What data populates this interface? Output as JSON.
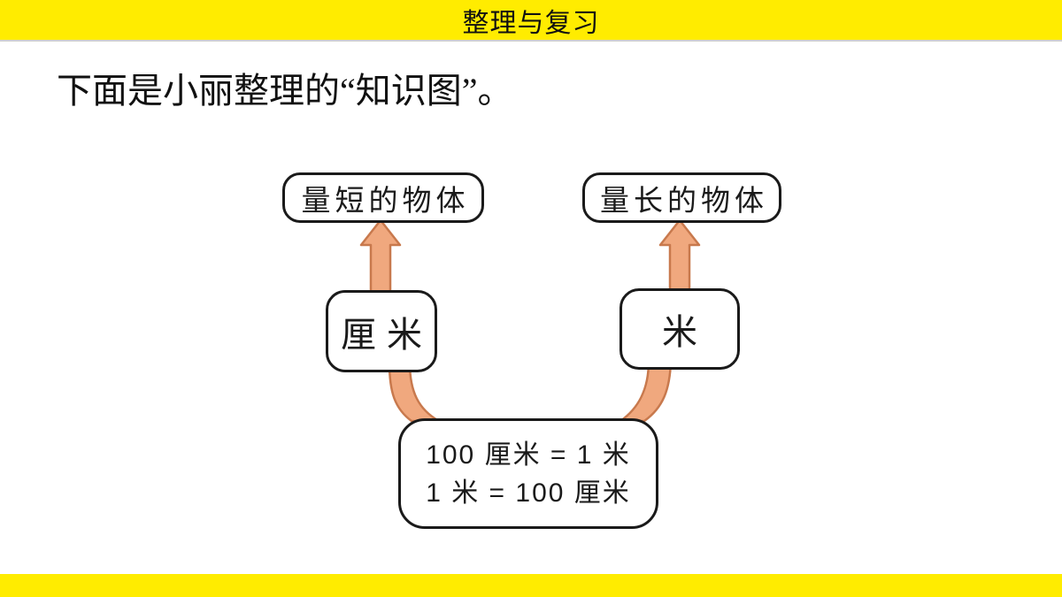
{
  "slide": {
    "header_title": "整理与复习",
    "intro_text": "下面是小丽整理的“知识图”。"
  },
  "diagram": {
    "top_left_box": "量短的物体",
    "top_right_box": "量长的物体",
    "left_unit_box": "厘米",
    "right_unit_box": "米",
    "conversion_box": {
      "line1": "100 厘米 = 1 米",
      "line2": "1 米 = 100 厘米"
    }
  },
  "colors": {
    "banner_yellow": "#FFEC00",
    "arrow_fill": "#F0A87E",
    "arrow_outline": "#C8794D",
    "box_border": "#1A1A1A",
    "text_black": "#111111"
  }
}
